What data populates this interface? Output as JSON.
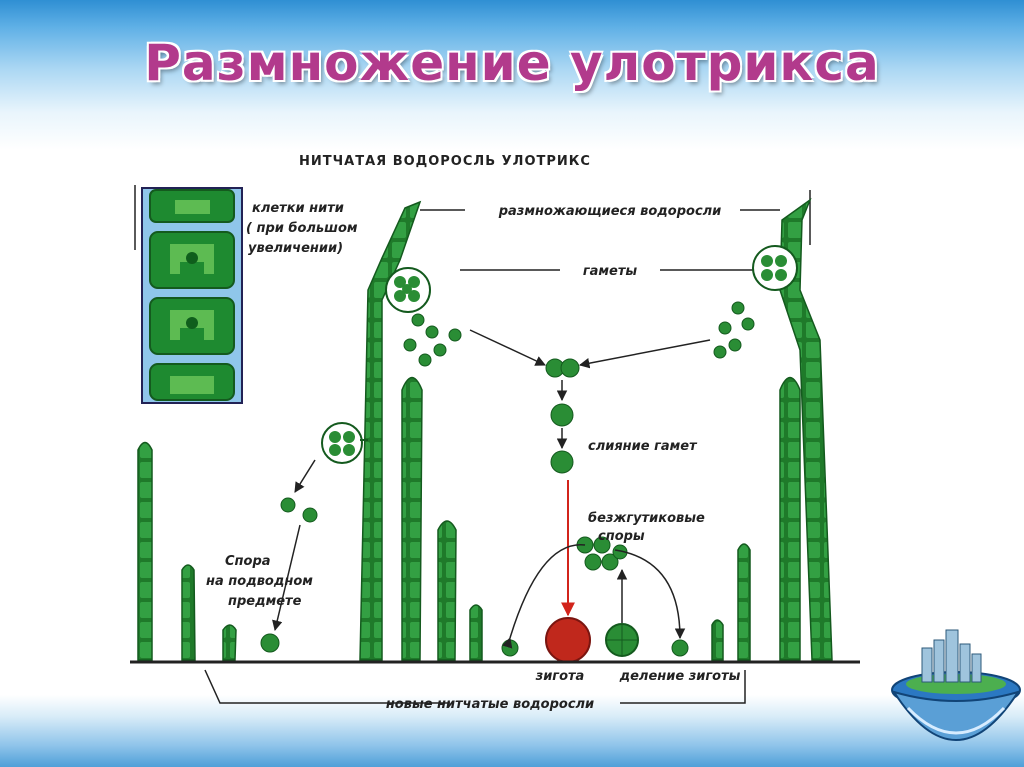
{
  "slide": {
    "title": "Размножение улотрикса"
  },
  "diagram": {
    "heading": "НИТЧАТАЯ ВОДОРОСЛЬ УЛОТРИКС",
    "labels": {
      "cells_line1": "клетки нити",
      "cells_line2": "( при большом",
      "cells_line3": "увеличении)",
      "reproducing": "размножающиеся водоросли",
      "gametes": "гаметы",
      "fusion": "слияние гамет",
      "spores_line1": "безжгутиковые",
      "spores_line2": "споры",
      "spore_line1": "Спора",
      "spore_line2": "на подводном",
      "spore_line3": "предмете",
      "zygote": "зигота",
      "zygote_division": "деление зиготы",
      "new_algae": "новые нитчатые водоросли"
    }
  },
  "colors": {
    "title": "#b23a8c",
    "alga": "#1f7a2a",
    "alga_light": "#33a043",
    "zygote": "#c0281c",
    "arrow_red": "#d2241b"
  },
  "decor": {
    "globe_icon": "city-globe-icon"
  }
}
